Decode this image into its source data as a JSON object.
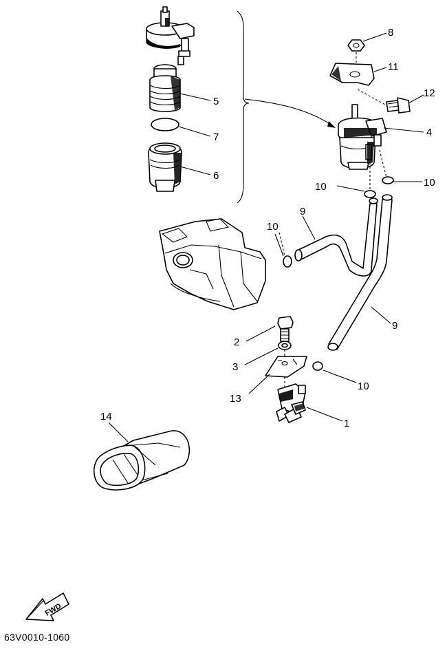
{
  "diagram_code": "63V0010-1060",
  "fwd_label": "FWD",
  "callouts": [
    {
      "id": "c1",
      "label": "1"
    },
    {
      "id": "c2",
      "label": "2"
    },
    {
      "id": "c3",
      "label": "3"
    },
    {
      "id": "c4",
      "label": "4"
    },
    {
      "id": "c5",
      "label": "5"
    },
    {
      "id": "c6",
      "label": "6"
    },
    {
      "id": "c7",
      "label": "7"
    },
    {
      "id": "c8",
      "label": "8"
    },
    {
      "id": "c9a",
      "label": "9"
    },
    {
      "id": "c9b",
      "label": "9"
    },
    {
      "id": "c10a",
      "label": "10"
    },
    {
      "id": "c10b",
      "label": "10"
    },
    {
      "id": "c10c",
      "label": "10"
    },
    {
      "id": "c10d",
      "label": "10"
    },
    {
      "id": "c11",
      "label": "11"
    },
    {
      "id": "c12",
      "label": "12"
    },
    {
      "id": "c13",
      "label": "13"
    },
    {
      "id": "c14",
      "label": "14"
    }
  ]
}
